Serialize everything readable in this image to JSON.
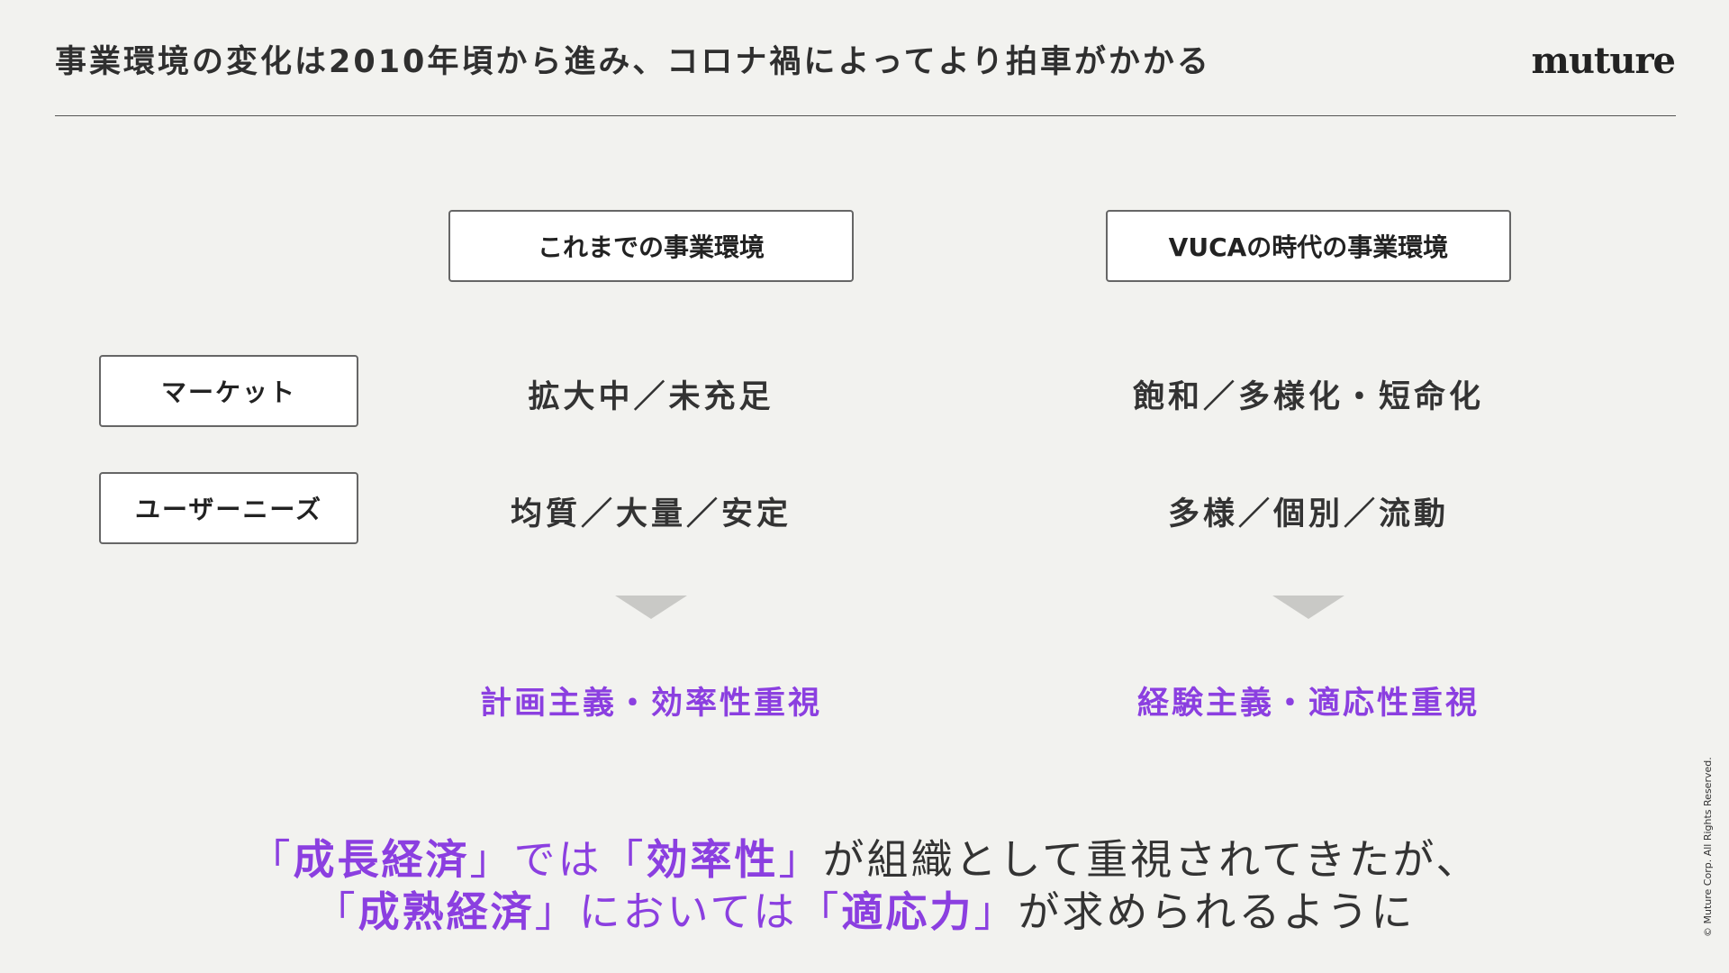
{
  "header": {
    "title": "事業環境の変化は2010年頃から進み、コロナ禍によってより拍車がかかる",
    "logo": "muture"
  },
  "columns": [
    {
      "label": "これまでの事業環境"
    },
    {
      "label": "VUCAの時代の事業環境"
    }
  ],
  "rows": [
    {
      "label": "マーケット",
      "values": [
        "拡大中／未充足",
        "飽和／多様化・短命化"
      ]
    },
    {
      "label": "ユーザーニーズ",
      "values": [
        "均質／大量／安定",
        "多様／個別／流動"
      ]
    }
  ],
  "results": [
    "計画主義・効率性重視",
    "経験主義・適応性重視"
  ],
  "summary": {
    "line1": [
      {
        "text": "「",
        "purple": true,
        "bold": false
      },
      {
        "text": "成長経済",
        "purple": true,
        "bold": true
      },
      {
        "text": "」では「",
        "purple": true,
        "bold": false
      },
      {
        "text": "効率性",
        "purple": true,
        "bold": true
      },
      {
        "text": "」",
        "purple": true,
        "bold": false
      },
      {
        "text": "が組織として重視されてきたが、",
        "purple": false,
        "bold": false
      }
    ],
    "line2": [
      {
        "text": "「",
        "purple": true,
        "bold": false
      },
      {
        "text": "成熟経済",
        "purple": true,
        "bold": true
      },
      {
        "text": "」においては「",
        "purple": true,
        "bold": false
      },
      {
        "text": "適応力",
        "purple": true,
        "bold": true
      },
      {
        "text": "」",
        "purple": true,
        "bold": false
      },
      {
        "text": "が求められるように",
        "purple": false,
        "bold": false
      }
    ]
  },
  "footer": {
    "copyright": "© Muture Corp. All Rights Reserved."
  },
  "colors": {
    "accent": "#8b3fe0",
    "background": "#f2f2ef",
    "arrow": "#c9c9c6"
  }
}
